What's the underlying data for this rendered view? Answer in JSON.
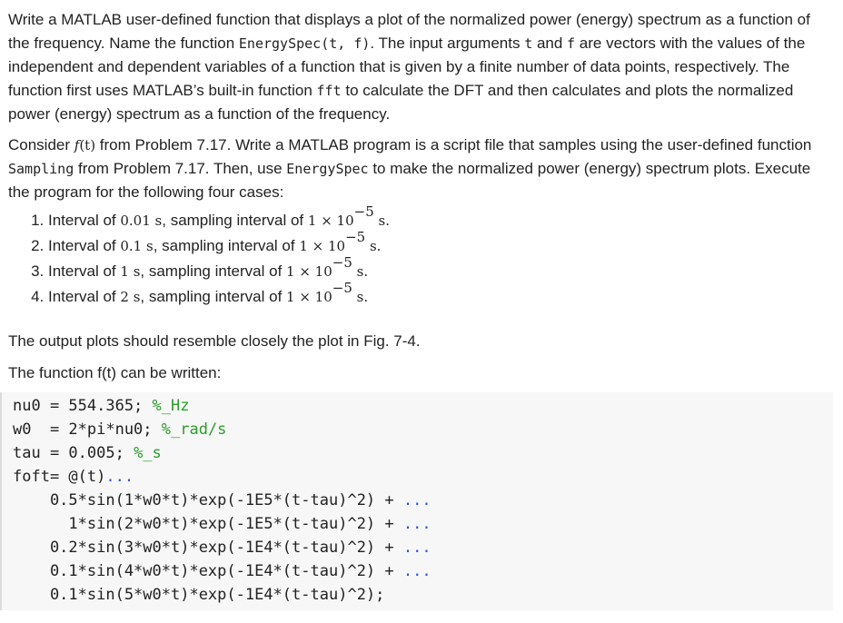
{
  "para1": {
    "t1": "Write a MATLAB user-defined function that displays a plot of the normalized power (energy) spectrum as a function of the frequency. Name the function ",
    "fn": "EnergySpec",
    "open": "(",
    "a1": "t",
    "comma": ", ",
    "a2": "f",
    "close": ")",
    "t2": ". The input arguments ",
    "t": "t",
    "t3": " and ",
    "f": "f",
    "t4": " are vectors with the values of the independent and dependent variables of a function that is given by a finite number of data points, respectively. The function first uses MATLAB’s built-in function ",
    "fft": "fft",
    "t5": " to calculate the DFT and then calculates and plots the normalized power (energy) spectrum as a function of the frequency."
  },
  "para2": {
    "t1": "Consider ",
    "fofx": "f",
    "fofx_arg": "(t)",
    "t2": " from Problem 7.17. Write a MATLAB program is a script file that samples using the user-defined function ",
    "sampling": "Sampling",
    "t3": " from Problem 7.17. Then, use ",
    "energyspec": "EnergySpec",
    "t4": " to make the normalized power (energy) spectrum plots. Execute the program for the following four cases:"
  },
  "cases": [
    {
      "pre": "Interval of ",
      "val": "0.01",
      "unit": " s",
      "mid": ", sampling interval of ",
      "base": "1 × 10",
      "exp": "−5",
      "unit2": " s."
    },
    {
      "pre": "Interval of ",
      "val": "0.1",
      "unit": " s",
      "mid": ", sampling interval of ",
      "base": "1 × 10",
      "exp": "−5",
      "unit2": " s."
    },
    {
      "pre": "Interval of ",
      "val": "1",
      "unit": " s",
      "mid": ", sampling interval of ",
      "base": "1 × 10",
      "exp": "−5",
      "unit2": " s."
    },
    {
      "pre": "Interval of ",
      "val": "2",
      "unit": " s",
      "mid": ", sampling interval of ",
      "base": "1 × 10",
      "exp": "−5",
      "unit2": " s."
    }
  ],
  "para3": "The output plots should resemble closely the plot in Fig. 7-4.",
  "para4": "The function f(t) can be written:",
  "code": [
    {
      "text": "nu0 = 554.365; ",
      "comment": "%_Hz",
      "dots": ""
    },
    {
      "text": "w0  = 2*pi*nu0; ",
      "comment": "%_rad/s",
      "dots": ""
    },
    {
      "text": "tau = 0.005; ",
      "comment": "%_s",
      "dots": ""
    },
    {
      "text": "foft= @(t)",
      "comment": "",
      "dots": "..."
    },
    {
      "text": "    0.5*sin(1*w0*t)*exp(-1E5*(t-tau)^2) + ",
      "comment": "",
      "dots": "..."
    },
    {
      "text": "      1*sin(2*w0*t)*exp(-1E5*(t-tau)^2) + ",
      "comment": "",
      "dots": "..."
    },
    {
      "text": "    0.2*sin(3*w0*t)*exp(-1E4*(t-tau)^2) + ",
      "comment": "",
      "dots": "..."
    },
    {
      "text": "    0.1*sin(4*w0*t)*exp(-1E4*(t-tau)^2) + ",
      "comment": "",
      "dots": "..."
    },
    {
      "text": "    0.1*sin(5*w0*t)*exp(-1E4*(t-tau)^2);",
      "comment": "",
      "dots": ""
    }
  ]
}
